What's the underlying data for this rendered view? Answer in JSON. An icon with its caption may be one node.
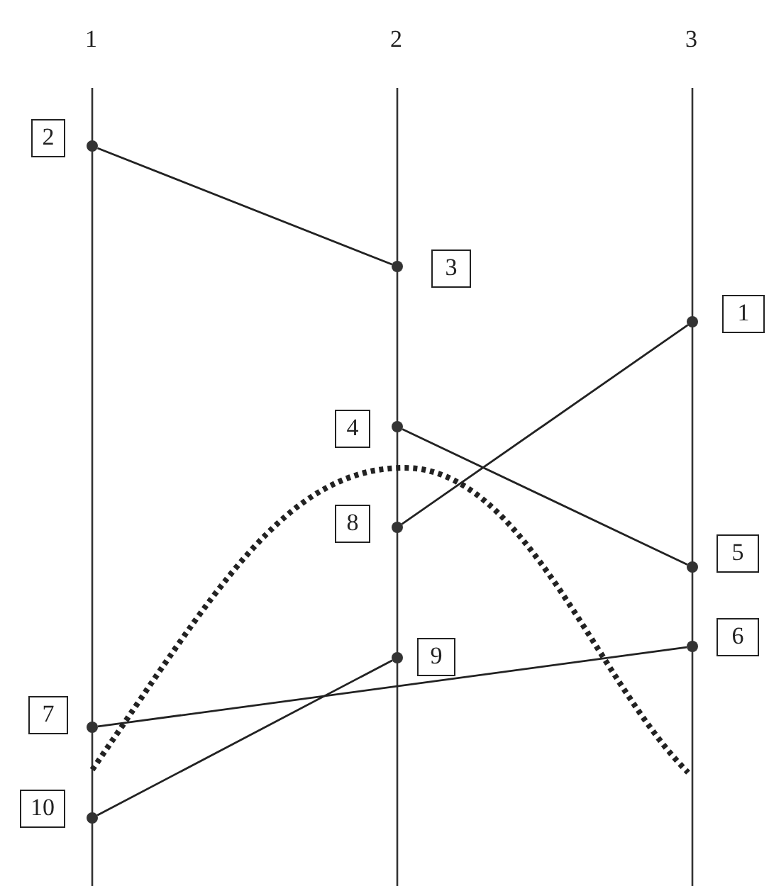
{
  "diagram": {
    "nodes": [
      {
        "text": [],
        "shape": "circle",
        "beside": [
          "2"
        ]
      },
      {
        "text": [],
        "shape": "circle",
        "beside": [
          "3"
        ]
      },
      {
        "text": [],
        "shape": "circle",
        "beside": [
          "1"
        ]
      },
      {
        "text": [],
        "shape": "circle",
        "beside": [
          "4"
        ]
      },
      {
        "text": [],
        "shape": "circle",
        "beside": [
          "8"
        ]
      },
      {
        "text": [],
        "shape": "circle",
        "beside": [
          "5"
        ]
      },
      {
        "text": [],
        "shape": "circle",
        "beside": [
          "6"
        ]
      },
      {
        "text": [],
        "shape": "circle",
        "beside": [
          "9"
        ]
      },
      {
        "text": [],
        "shape": "circle",
        "beside": [
          "7"
        ]
      },
      {
        "text": [],
        "shape": "circle",
        "beside": [
          "10"
        ]
      }
    ],
    "edges": [
      {
        "from": 0,
        "to": 1,
        "arrow": "none"
      },
      {
        "from": 3,
        "to": 5,
        "arrow": "none"
      },
      {
        "from": 4,
        "to": 2,
        "arrow": "none"
      },
      {
        "from": 7,
        "to": 9,
        "arrow": "none"
      },
      {
        "from": 8,
        "to": 6,
        "arrow": "none"
      }
    ],
    "labels": [
      "1",
      "2",
      "3"
    ]
  }
}
